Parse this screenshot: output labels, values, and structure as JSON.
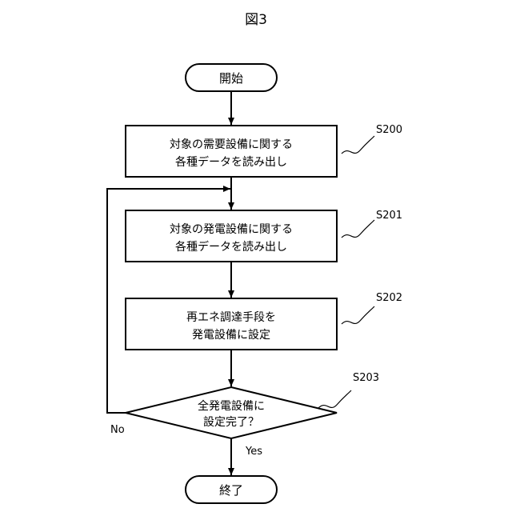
{
  "figure_title": "図3",
  "nodes": {
    "start": "開始",
    "s200": {
      "line1": "対象の需要設備に関する",
      "line2": "各種データを読み出し",
      "step": "S200"
    },
    "s201": {
      "line1": "対象の発電設備に関する",
      "line2": "各種データを読み出し",
      "step": "S201"
    },
    "s202": {
      "line1": "再エネ調達手段を",
      "line2": "発電設備に設定",
      "step": "S202"
    },
    "s203": {
      "line1": "全発電設備に",
      "line2": "設定完了？",
      "step": "S203"
    },
    "end": "終了"
  },
  "branches": {
    "no": "No",
    "yes": "Yes"
  }
}
